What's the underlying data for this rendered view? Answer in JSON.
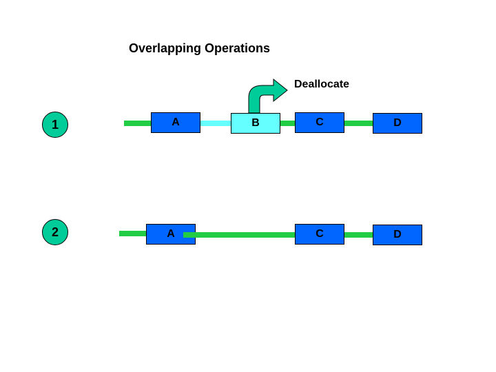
{
  "title": "Overlapping Operations",
  "deallocate_label": "Deallocate",
  "rows": [
    {
      "number": "1",
      "boxes": [
        "A",
        "B",
        "C",
        "D"
      ]
    },
    {
      "number": "2",
      "boxes": [
        "A",
        "C",
        "D"
      ]
    }
  ],
  "colors": {
    "circle_fill": "#00cc99",
    "box_fill": "#0066ff",
    "freed_box_fill": "#66ffff",
    "link_line": "#22cc44",
    "freed_link_line": "#66ffff",
    "arrow_fill": "#00cc99"
  },
  "icons": {
    "deallocate_arrow": "curved-arrow-icon"
  }
}
